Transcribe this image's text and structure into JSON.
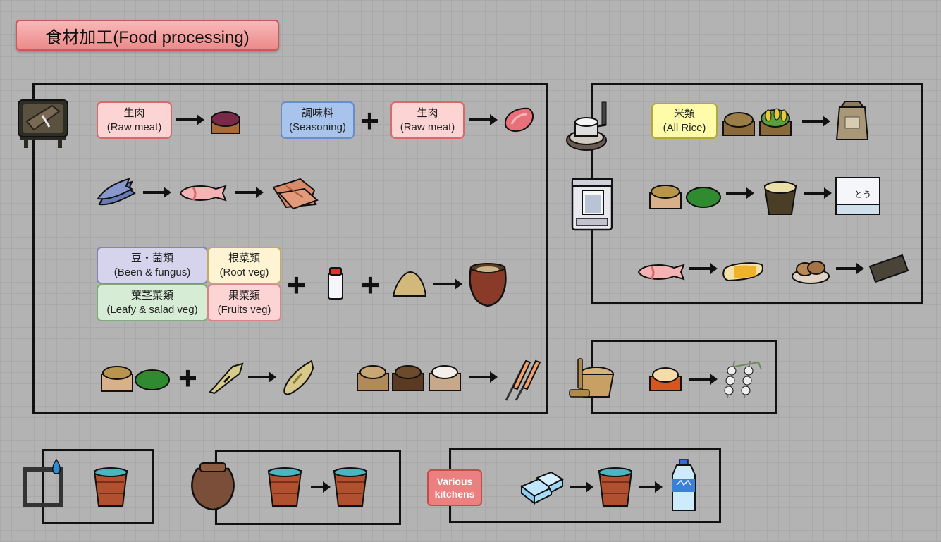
{
  "title": "食材加工(Food processing)",
  "labels": {
    "raw_meat_1": {
      "jp": "生肉",
      "en": "(Raw meat)"
    },
    "seasoning": {
      "jp": "調味料",
      "en": "(Seasoning)"
    },
    "raw_meat_2": {
      "jp": "生肉",
      "en": "(Raw meat)"
    },
    "rice": {
      "jp": "米類",
      "en": "(All Rice)"
    },
    "bean": {
      "jp": "豆・菌類",
      "en": "(Been & fungus)"
    },
    "root": {
      "jp": "根菜類",
      "en": "(Root veg)"
    },
    "leafy": {
      "jp": "葉茎菜類",
      "en": "(Leafy & salad veg)"
    },
    "fruit": {
      "jp": "果菜類",
      "en": "(Fruits veg)"
    }
  },
  "kitchens": {
    "line1": "Various",
    "line2": "kitchens"
  },
  "icons": {
    "cutting_board": "cutting-board-icon",
    "millstone": "millstone-icon",
    "blender": "blender-icon",
    "mortar": "mortar-icon",
    "well": "water-source-icon",
    "jar": "storage-jar-icon"
  }
}
